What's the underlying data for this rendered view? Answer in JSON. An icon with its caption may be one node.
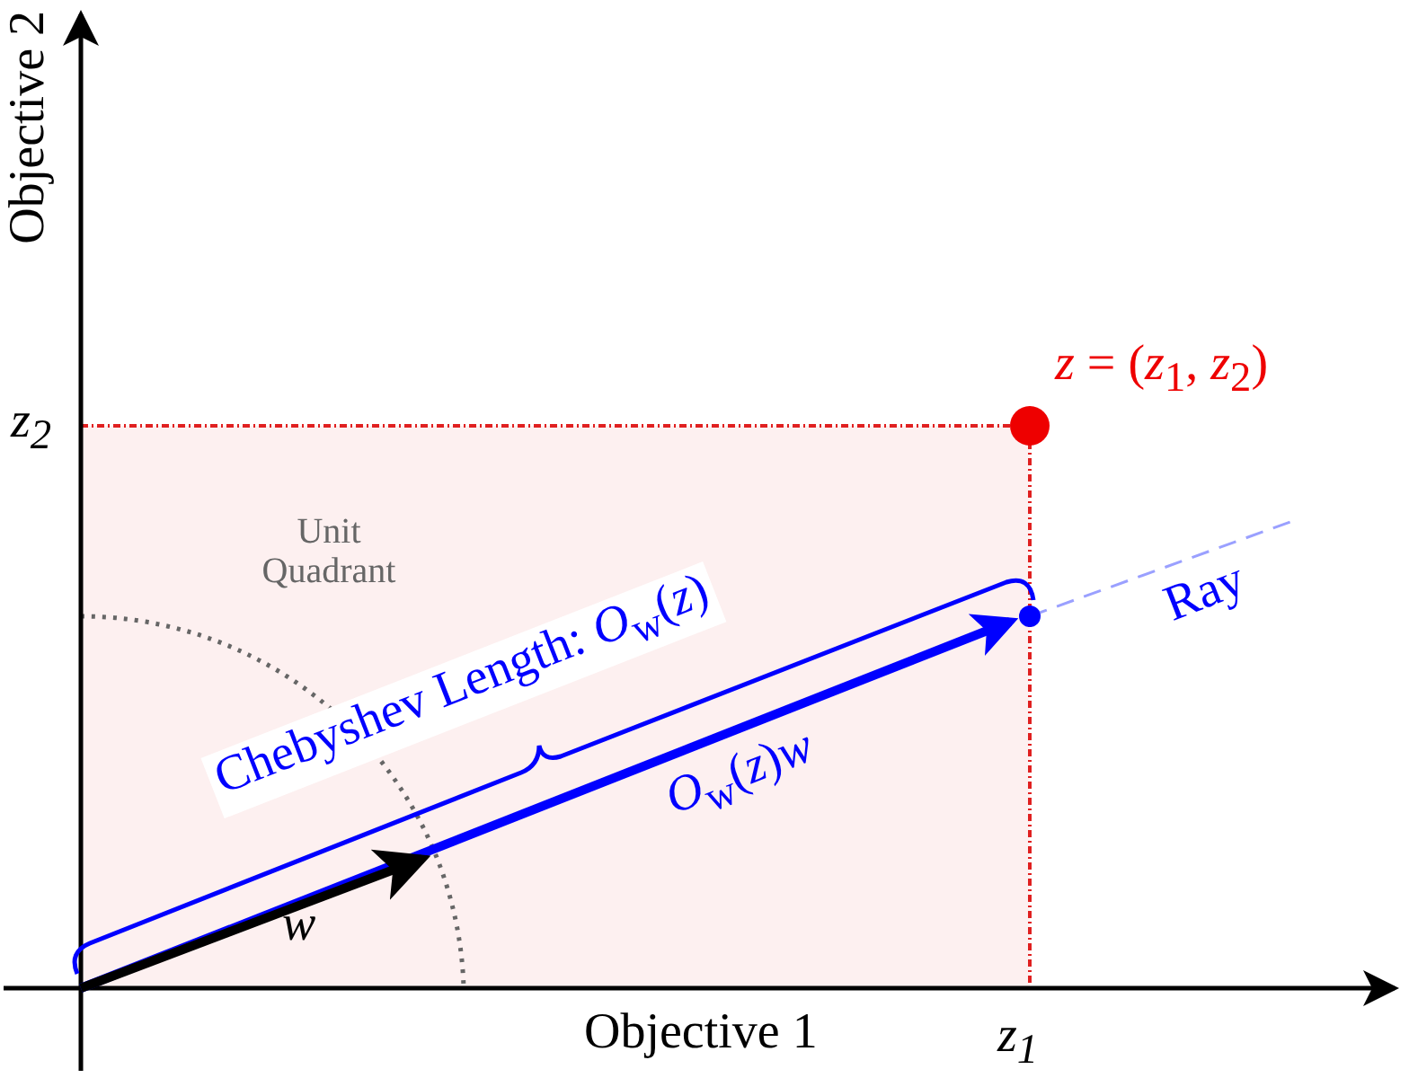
{
  "diagram": {
    "labels": [
      "Objective 2",
      "z$_{2}$",
      "*z* = (*z*$_{1}$, *z*$_{2}$)",
      "Unit Quadrant",
      "Ray",
      "Chebyshev Length: *O*$_{w}$(*z*)",
      "*O*$_{w}$(*z*)*w*",
      "*w*",
      "Objective 1",
      "z$_{1}$"
    ]
  }
}
